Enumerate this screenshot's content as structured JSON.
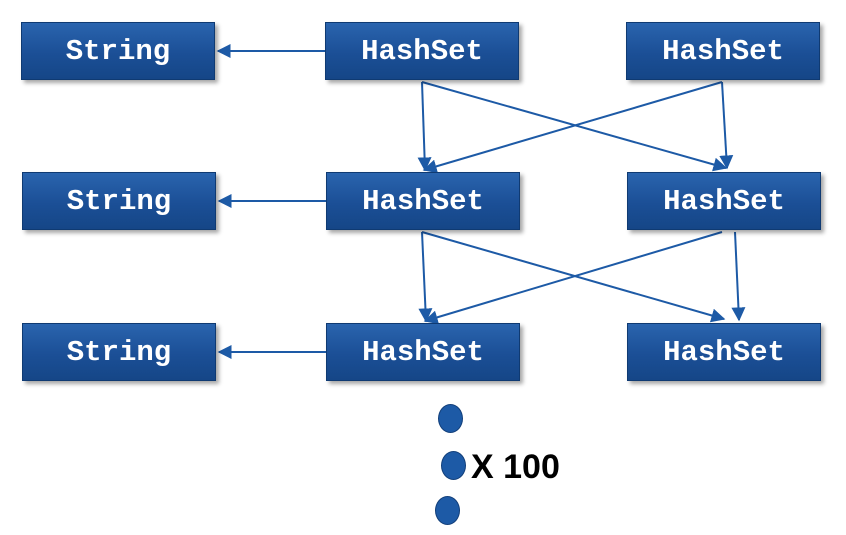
{
  "nodes": {
    "string_1": "String",
    "string_2": "String",
    "string_3": "String",
    "hashset_1a": "HashSet",
    "hashset_1b": "HashSet",
    "hashset_2a": "HashSet",
    "hashset_2b": "HashSet",
    "hashset_3a": "HashSet",
    "hashset_3b": "HashSet"
  },
  "repeat_label": "X 100",
  "colors": {
    "box_fill": "#1b4f96",
    "box_text": "#ffffff",
    "arrow": "#1d5aa6",
    "dot": "#1d5aa6"
  }
}
